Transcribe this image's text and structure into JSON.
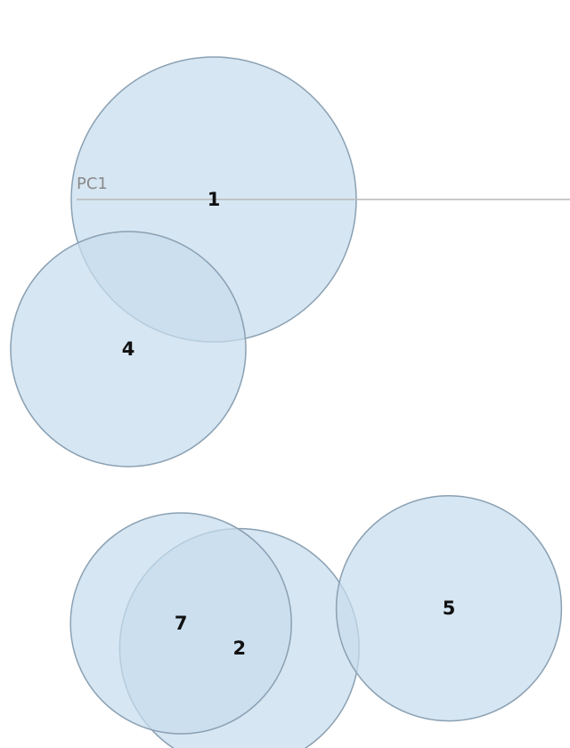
{
  "chart_data": {
    "type": "scatter",
    "title": "",
    "xlabel": "PC1",
    "ylabel": "",
    "grid": false,
    "legend": "none",
    "xlim": [
      -0.3,
      0.5
    ],
    "ylim": [
      -0.55,
      0.2
    ],
    "marker_color": "#c6dced",
    "marker_opacity": 0.72,
    "marker_edge_color": "#8aa0b2",
    "points": [
      {
        "label": "1",
        "x": 0.0,
        "y": 0.0,
        "size": 0.2
      },
      {
        "label": "2",
        "x": 0.036,
        "y": -0.45,
        "size": 0.168
      },
      {
        "label": "4",
        "x": -0.12,
        "y": -0.15,
        "size": 0.165
      },
      {
        "label": "5",
        "x": 0.33,
        "y": -0.41,
        "size": 0.158
      },
      {
        "label": "7",
        "x": -0.046,
        "y": -0.425,
        "size": 0.155
      }
    ]
  }
}
